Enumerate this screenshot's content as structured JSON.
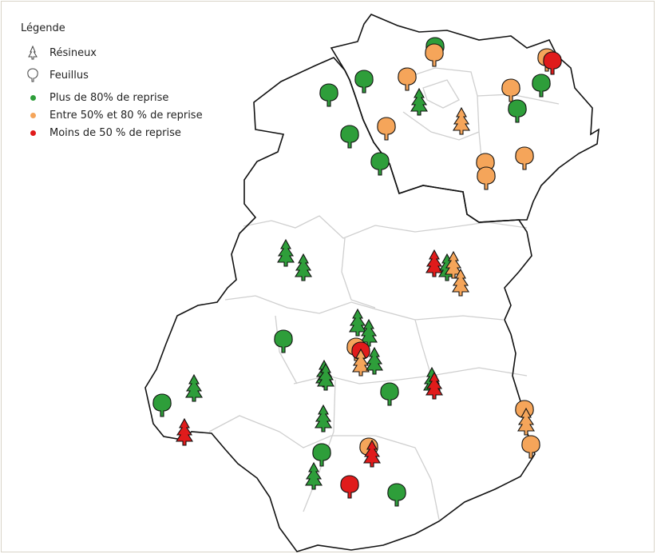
{
  "legend": {
    "title": "Légende",
    "items": [
      {
        "key": "resineux",
        "label": "Résineux",
        "symbol": "conifer-outline-icon"
      },
      {
        "key": "feuillus",
        "label": "Feuillus",
        "symbol": "broadleaf-outline-icon"
      },
      {
        "key": "high",
        "label": "Plus de 80% de reprise",
        "color": "#2e9e3a"
      },
      {
        "key": "mid",
        "label": "Entre 50% et 80 % de reprise",
        "color": "#f5a55a"
      },
      {
        "key": "low",
        "label": "Moins de 50 % de reprise",
        "color": "#e01b1b"
      }
    ]
  },
  "colors": {
    "high": "#2e9e3a",
    "mid": "#f5a55a",
    "low": "#e01b1b",
    "outline": "#111111",
    "inner_boundary": "#cfcfcf"
  }
}
